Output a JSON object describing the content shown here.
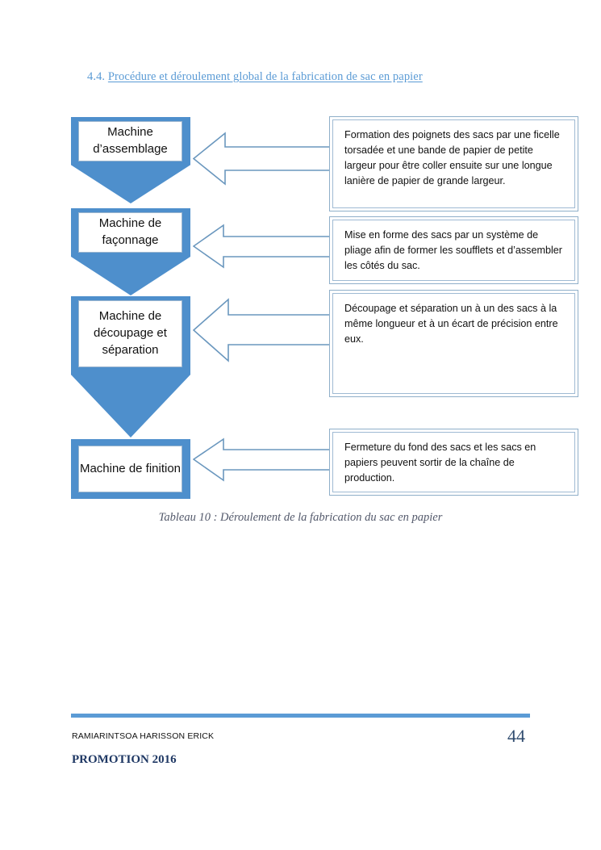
{
  "document": {
    "heading_number": "4.4.",
    "heading_text": "Procédure et déroulement global de la fabrication de sac en papier",
    "caption": "Tableau 10 : Déroulement de la fabrication du sac en papier",
    "accent_color": "#5B9BD5",
    "shape_fill": "#4E8FCC",
    "outline_color": "#8FAFC9"
  },
  "flowchart": {
    "steps": [
      {
        "label": "Machine d’assemblage",
        "description": "Formation des poignets des sacs par une ficelle torsadée et une bande de papier de petite largeur pour être coller ensuite sur une longue lanière de papier de grande largeur.",
        "shape": "pointed-pentagon",
        "arrow": "left-block-arrow"
      },
      {
        "label": "Machine de façonnage",
        "description": "Mise en forme des sacs par un système de pliage afin de former les soufflets et d’assembler les côtés du sac.",
        "shape": "pointed-pentagon",
        "arrow": "left-block-arrow"
      },
      {
        "label": "Machine de découpage et séparation",
        "description": "Découpage et séparation un à un des sacs à la même longueur et à un écart de précision entre eux.",
        "shape": "pointed-pentagon",
        "arrow": "left-block-arrow"
      },
      {
        "label": "Machine de finition",
        "description": "Fermeture du fond des sacs et les sacs en papiers peuvent sortir de la chaîne de production.",
        "shape": "rectangle",
        "arrow": "left-block-arrow"
      }
    ]
  },
  "footer": {
    "author": "RAMIARINTSOA HARISSON ERICK",
    "page_number": "44",
    "promotion": "PROMOTION 2016"
  }
}
